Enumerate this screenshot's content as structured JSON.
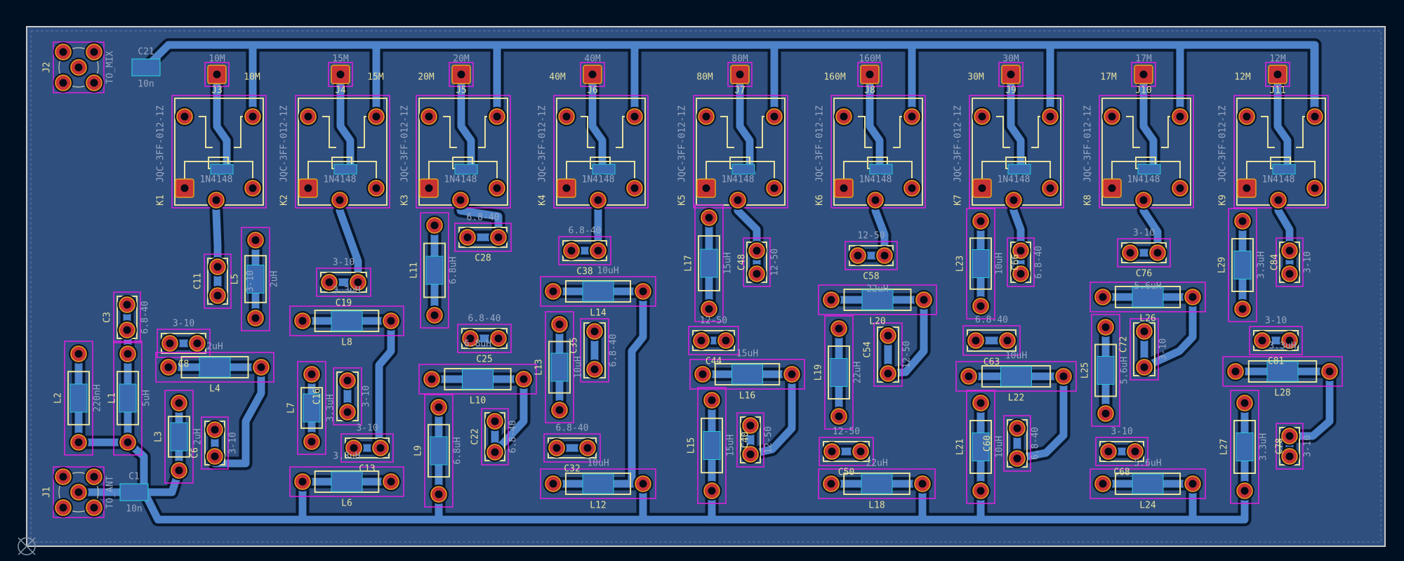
{
  "colors": {
    "background": "#001023",
    "board": "#2f4f7e",
    "trace": "#4d82c8",
    "silkscreen": "#e6e0a0",
    "courtyard": "#e020e0",
    "pad_ring": "#e8a020",
    "pad_copper": "#c83232"
  },
  "coax": [
    {
      "ref": "J2",
      "net_label": "TO_MIX",
      "cap_ref": "C21",
      "cap_value": "10n"
    },
    {
      "ref": "J1",
      "net_label": "TO_ANT",
      "cap_ref": "C1",
      "cap_value": "10n"
    }
  ],
  "channels": [
    {
      "connector": "J3",
      "band": "10M",
      "band_label": "10M",
      "relay": "K1",
      "part": "JQC-3FF-012-1Z",
      "diode": "1N4148"
    },
    {
      "connector": "J4",
      "band": "15M",
      "band_label": "15M",
      "relay": "K2",
      "part": "JQC-3FF-012-1Z",
      "diode": "1N4148"
    },
    {
      "connector": "J5",
      "band": "20M",
      "band_label": "20M",
      "relay": "K3",
      "part": "JQC-3FF-012-1Z",
      "diode": "1N4148"
    },
    {
      "connector": "J6",
      "band": "40M",
      "band_label": "40M",
      "relay": "K4",
      "part": "JQC-3FF-012-1Z",
      "diode": "1N4148"
    },
    {
      "connector": "J7",
      "band": "80M",
      "band_label": "80M",
      "relay": "K5",
      "part": "JQC-3FF-012-1Z",
      "diode": "1N4148"
    },
    {
      "connector": "J8",
      "band": "160M",
      "band_label": "160M",
      "relay": "K6",
      "part": "JQC-3FF-012-1Z",
      "diode": "1N4148"
    },
    {
      "connector": "J9",
      "band": "30M",
      "band_label": "30M",
      "relay": "K7",
      "part": "JQC-3FF-012-1Z",
      "diode": "1N4148"
    },
    {
      "connector": "J10",
      "band": "17M",
      "band_label": "17M",
      "relay": "K8",
      "part": "JQC-3FF-012-1Z",
      "diode": "1N4148"
    },
    {
      "connector": "J11",
      "band": "12M",
      "band_label": "12M",
      "relay": "K9",
      "part": "JQC-3FF-012-1Z",
      "diode": "1N4148"
    }
  ],
  "components": [
    {
      "ref": "L2",
      "value": "220nH"
    },
    {
      "ref": "L1",
      "value": "5uH"
    },
    {
      "ref": "C3",
      "value": "6.8-40"
    },
    {
      "ref": "C8",
      "value": "3-10"
    },
    {
      "ref": "L4",
      "value": "2uH"
    },
    {
      "ref": "L3",
      "value": "2uH"
    },
    {
      "ref": "C6",
      "value": "3-10"
    },
    {
      "ref": "L5",
      "value": "2uH"
    },
    {
      "ref": "C11",
      "value": "3-10"
    },
    {
      "ref": "C19",
      "value": "3-10"
    },
    {
      "ref": "L8",
      "value": "3.3uH"
    },
    {
      "ref": "L7",
      "value": "3.3uH"
    },
    {
      "ref": "C16",
      "value": "3-10"
    },
    {
      "ref": "C13",
      "value": "3-10"
    },
    {
      "ref": "L6",
      "value": "3.3uH"
    },
    {
      "ref": "L11",
      "value": "6.8uH"
    },
    {
      "ref": "C28",
      "value": "6.8-40"
    },
    {
      "ref": "C25",
      "value": "6.8-40"
    },
    {
      "ref": "L10",
      "value": "6.8uH"
    },
    {
      "ref": "L9",
      "value": "6.8uH"
    },
    {
      "ref": "C22",
      "value": "6.8-40"
    },
    {
      "ref": "C38",
      "value": "6.8-40"
    },
    {
      "ref": "L14",
      "value": "10uH"
    },
    {
      "ref": "L13",
      "value": "10uH"
    },
    {
      "ref": "C35",
      "value": "6.8-40"
    },
    {
      "ref": "C32",
      "value": "6.8-40"
    },
    {
      "ref": "L12",
      "value": "10uH"
    },
    {
      "ref": "L17",
      "value": "15uH"
    },
    {
      "ref": "C48",
      "value": "12-50"
    },
    {
      "ref": "C44",
      "value": "12-50"
    },
    {
      "ref": "L16",
      "value": "15uH"
    },
    {
      "ref": "L15",
      "value": "15uH"
    },
    {
      "ref": "C40",
      "value": "12-50"
    },
    {
      "ref": "C58",
      "value": "12-50"
    },
    {
      "ref": "L20",
      "value": "22uH"
    },
    {
      "ref": "L19",
      "value": "22uH"
    },
    {
      "ref": "C54",
      "value": "12-50"
    },
    {
      "ref": "C50",
      "value": "12-50"
    },
    {
      "ref": "L18",
      "value": "22uH"
    },
    {
      "ref": "L23",
      "value": "10uH"
    },
    {
      "ref": "C66",
      "value": "6.8-40"
    },
    {
      "ref": "C63",
      "value": "6.8-40"
    },
    {
      "ref": "L22",
      "value": "10uH"
    },
    {
      "ref": "L21",
      "value": "10uH"
    },
    {
      "ref": "C60",
      "value": "6.8-40"
    },
    {
      "ref": "C76",
      "value": "3-10"
    },
    {
      "ref": "L26",
      "value": "5.6uH"
    },
    {
      "ref": "L25",
      "value": "5.6uH"
    },
    {
      "ref": "C72",
      "value": "3-10"
    },
    {
      "ref": "C68",
      "value": "3-10"
    },
    {
      "ref": "L24",
      "value": "5.6uH"
    },
    {
      "ref": "L29",
      "value": "3.3uH"
    },
    {
      "ref": "C84",
      "value": "3-10"
    },
    {
      "ref": "C81",
      "value": "3-10"
    },
    {
      "ref": "L28",
      "value": "3.3uH"
    },
    {
      "ref": "L27",
      "value": "3.3uH"
    },
    {
      "ref": "C78",
      "value": "3-10"
    }
  ]
}
